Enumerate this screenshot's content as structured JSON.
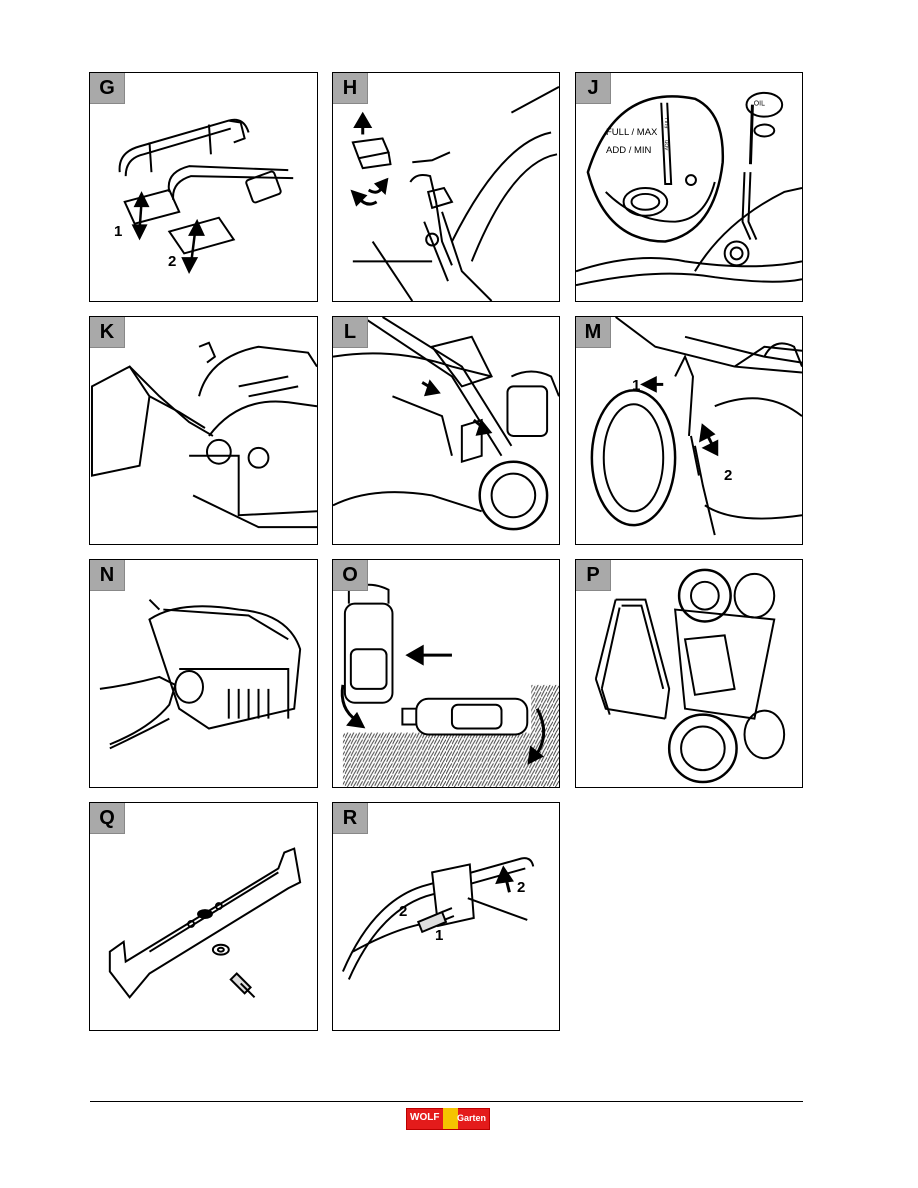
{
  "panels": [
    {
      "id": "G",
      "label": "G",
      "callouts": [
        "1",
        "2"
      ]
    },
    {
      "id": "H",
      "label": "H"
    },
    {
      "id": "J",
      "label": "J",
      "texts": [
        "FULL / MAX",
        "ADD / MIN"
      ],
      "dipstick_marks": [
        "FULL",
        "ADD"
      ],
      "cap_text": "OIL"
    },
    {
      "id": "K",
      "label": "K"
    },
    {
      "id": "L",
      "label": "L"
    },
    {
      "id": "M",
      "label": "M",
      "callouts": [
        "1",
        "2"
      ]
    },
    {
      "id": "N",
      "label": "N"
    },
    {
      "id": "O",
      "label": "O"
    },
    {
      "id": "P",
      "label": "P"
    },
    {
      "id": "Q",
      "label": "Q"
    },
    {
      "id": "R",
      "label": "R",
      "callouts": [
        "2",
        "2",
        "1"
      ]
    }
  ],
  "footer": {
    "logo_left": "WOLF",
    "logo_right": "Garten",
    "logo_brand_color": "#e41b1b",
    "logo_badge_color": "#f5c400"
  }
}
